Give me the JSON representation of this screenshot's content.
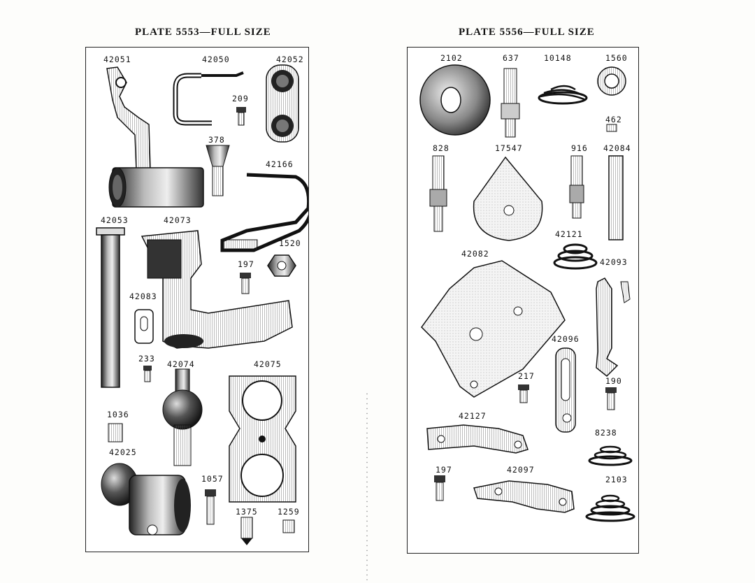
{
  "left_plate": {
    "title": "PLATE 5553—FULL SIZE",
    "labels": {
      "p42051": "42051",
      "p42050": "42050",
      "p42052": "42052",
      "p209": "209",
      "p378": "378",
      "p42166": "42166",
      "p42053": "42053",
      "p42073": "42073",
      "p1520": "1520",
      "p197": "197",
      "p42083": "42083",
      "p233": "233",
      "p42074": "42074",
      "p42075": "42075",
      "p1036": "1036",
      "p42025": "42025",
      "p1057": "1057",
      "p1375": "1375",
      "p1259": "1259"
    }
  },
  "right_plate": {
    "title": "PLATE 5556—FULL SIZE",
    "labels": {
      "p2102": "2102",
      "p637": "637",
      "p10148": "10148",
      "p1560": "1560",
      "p462": "462",
      "p828": "828",
      "p17547": "17547",
      "p916": "916",
      "p42084": "42084",
      "p42121": "42121",
      "p42082": "42082",
      "p42093": "42093",
      "p42096": "42096",
      "p217": "217",
      "p190": "190",
      "p42127": "42127",
      "p8238": "8238",
      "p197": "197",
      "p42097": "42097",
      "p2103": "2103"
    }
  }
}
